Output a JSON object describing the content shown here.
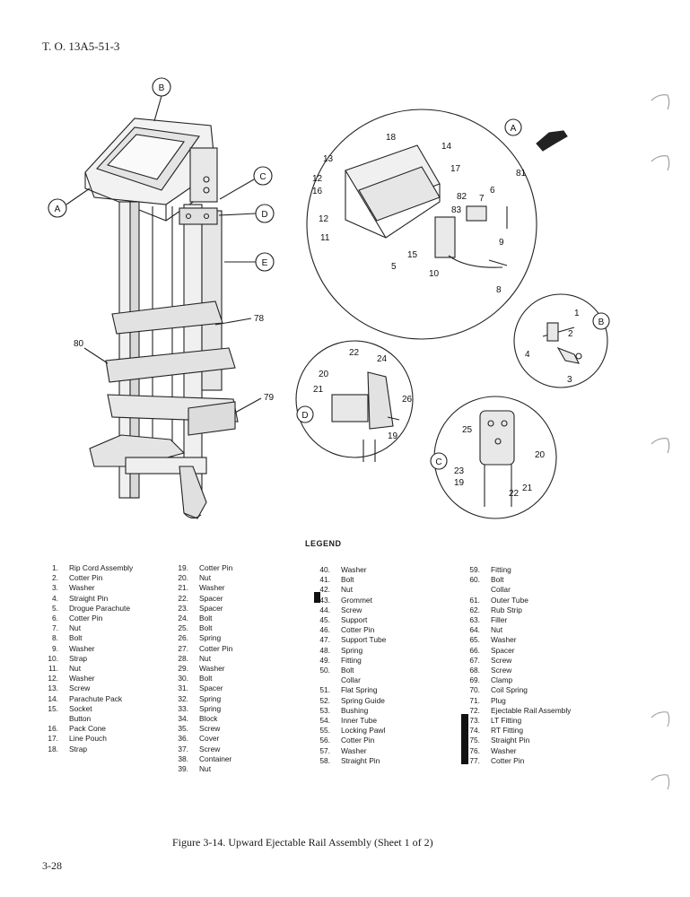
{
  "header": {
    "to_number": "T. O. 13A5-51-3"
  },
  "callouts": {
    "big_b": "B",
    "big_a": "A",
    "big_c": "C",
    "big_d": "D",
    "big_e": "E",
    "n78": "78",
    "n80": "80",
    "n79": "79",
    "det_a": "A",
    "det_b": "B",
    "det_c": "C",
    "det_d": "D",
    "a_18": "18",
    "a_14": "14",
    "a_13": "13",
    "a_17": "17",
    "a_12a": "12",
    "a_16": "16",
    "a_12b": "12",
    "a_11": "11",
    "a_5": "5",
    "a_15": "15",
    "a_10": "10",
    "a_82": "82",
    "a_7": "7",
    "a_6": "6",
    "a_81": "81",
    "a_83": "83",
    "a_9": "9",
    "a_8": "8",
    "b_1": "1",
    "b_2": "2",
    "b_4": "4",
    "b_3": "3",
    "d_22": "22",
    "d_24": "24",
    "d_20": "20",
    "d_21": "21",
    "d_26": "26",
    "d_19": "19",
    "c_25": "25",
    "c_20": "20",
    "c_23": "23",
    "c_19": "19",
    "c_22": "22",
    "c_21": "21"
  },
  "legend": {
    "title": "LEGEND",
    "columns": [
      [
        {
          "n": "1.",
          "t": "Rip Cord Assembly"
        },
        {
          "n": "2.",
          "t": "Cotter Pin"
        },
        {
          "n": "3.",
          "t": "Washer"
        },
        {
          "n": "4.",
          "t": "Straight Pin"
        },
        {
          "n": "5.",
          "t": "Drogue Parachute"
        },
        {
          "n": "6.",
          "t": "Cotter Pin"
        },
        {
          "n": "7.",
          "t": "Nut"
        },
        {
          "n": "8.",
          "t": "Bolt"
        },
        {
          "n": "9.",
          "t": "Washer"
        },
        {
          "n": "10.",
          "t": "Strap"
        },
        {
          "n": "11.",
          "t": "Nut"
        },
        {
          "n": "12.",
          "t": "Washer"
        },
        {
          "n": "13.",
          "t": "Screw"
        },
        {
          "n": "14.",
          "t": "Parachute Pack"
        },
        {
          "n": "15.",
          "t": "Socket"
        },
        {
          "n": "",
          "t": "Button"
        },
        {
          "n": "16.",
          "t": "Pack Cone"
        },
        {
          "n": "17.",
          "t": "Line Pouch"
        },
        {
          "n": "18.",
          "t": "Strap"
        }
      ],
      [
        {
          "n": "19.",
          "t": "Cotter Pin"
        },
        {
          "n": "20.",
          "t": "Nut"
        },
        {
          "n": "21.",
          "t": "Washer"
        },
        {
          "n": "22.",
          "t": "Spacer"
        },
        {
          "n": "23.",
          "t": "Spacer"
        },
        {
          "n": "24.",
          "t": "Bolt"
        },
        {
          "n": "25.",
          "t": "Bolt"
        },
        {
          "n": "26.",
          "t": "Spring"
        },
        {
          "n": "27.",
          "t": "Cotter Pin"
        },
        {
          "n": "28.",
          "t": "Nut"
        },
        {
          "n": "29.",
          "t": "Washer"
        },
        {
          "n": "30.",
          "t": "Bolt"
        },
        {
          "n": "31.",
          "t": "Spacer"
        },
        {
          "n": "32.",
          "t": "Spring"
        },
        {
          "n": "33.",
          "t": "Spring"
        },
        {
          "n": "34.",
          "t": "Block"
        },
        {
          "n": "35.",
          "t": "Screw"
        },
        {
          "n": "36.",
          "t": "Cover"
        },
        {
          "n": "37.",
          "t": "Screw"
        },
        {
          "n": "38.",
          "t": "Container"
        },
        {
          "n": "39.",
          "t": "Nut"
        }
      ],
      [
        {
          "n": "40.",
          "t": "Washer"
        },
        {
          "n": "41.",
          "t": "Bolt"
        },
        {
          "n": "42.",
          "t": "Nut"
        },
        {
          "n": "43.",
          "t": "Grommet"
        },
        {
          "n": "44.",
          "t": "Screw"
        },
        {
          "n": "45.",
          "t": "Support"
        },
        {
          "n": "46.",
          "t": "Cotter Pin"
        },
        {
          "n": "47.",
          "t": "Support Tube"
        },
        {
          "n": "48.",
          "t": "Spring"
        },
        {
          "n": "49.",
          "t": "Fitting"
        },
        {
          "n": "50.",
          "t": "Bolt"
        },
        {
          "n": "",
          "t": "Collar"
        },
        {
          "n": "51.",
          "t": "Flat Spring"
        },
        {
          "n": "52.",
          "t": "Spring Guide"
        },
        {
          "n": "53.",
          "t": "Bushing"
        },
        {
          "n": "54.",
          "t": "Inner Tube"
        },
        {
          "n": "55.",
          "t": "Locking Pawl"
        },
        {
          "n": "56.",
          "t": "Cotter Pin"
        },
        {
          "n": "57.",
          "t": "Washer"
        },
        {
          "n": "58.",
          "t": "Straight Pin"
        }
      ],
      [
        {
          "n": "59.",
          "t": "Fitting"
        },
        {
          "n": "60.",
          "t": "Bolt"
        },
        {
          "n": "",
          "t": "Collar"
        },
        {
          "n": "61.",
          "t": "Outer Tube"
        },
        {
          "n": "62.",
          "t": "Rub Strip"
        },
        {
          "n": "63.",
          "t": "Filler"
        },
        {
          "n": "64.",
          "t": "Nut"
        },
        {
          "n": "65.",
          "t": "Washer"
        },
        {
          "n": "66.",
          "t": "Spacer"
        },
        {
          "n": "67.",
          "t": "Screw"
        },
        {
          "n": "68.",
          "t": "Screw"
        },
        {
          "n": "69.",
          "t": "Clamp"
        },
        {
          "n": "70.",
          "t": "Coil Spring"
        },
        {
          "n": "71.",
          "t": "Plug"
        },
        {
          "n": "72.",
          "t": "Ejectable Rail Assembly"
        },
        {
          "n": "73.",
          "t": "LT Fitting"
        },
        {
          "n": "74.",
          "t": "RT Fitting"
        },
        {
          "n": "75.",
          "t": "Straight Pin"
        },
        {
          "n": "76.",
          "t": "Washer"
        },
        {
          "n": "77.",
          "t": "Cotter Pin"
        }
      ]
    ]
  },
  "caption": "Figure 3-14.  Upward Ejectable Rail Assembly (Sheet 1 of 2)",
  "page_number": "3-28"
}
